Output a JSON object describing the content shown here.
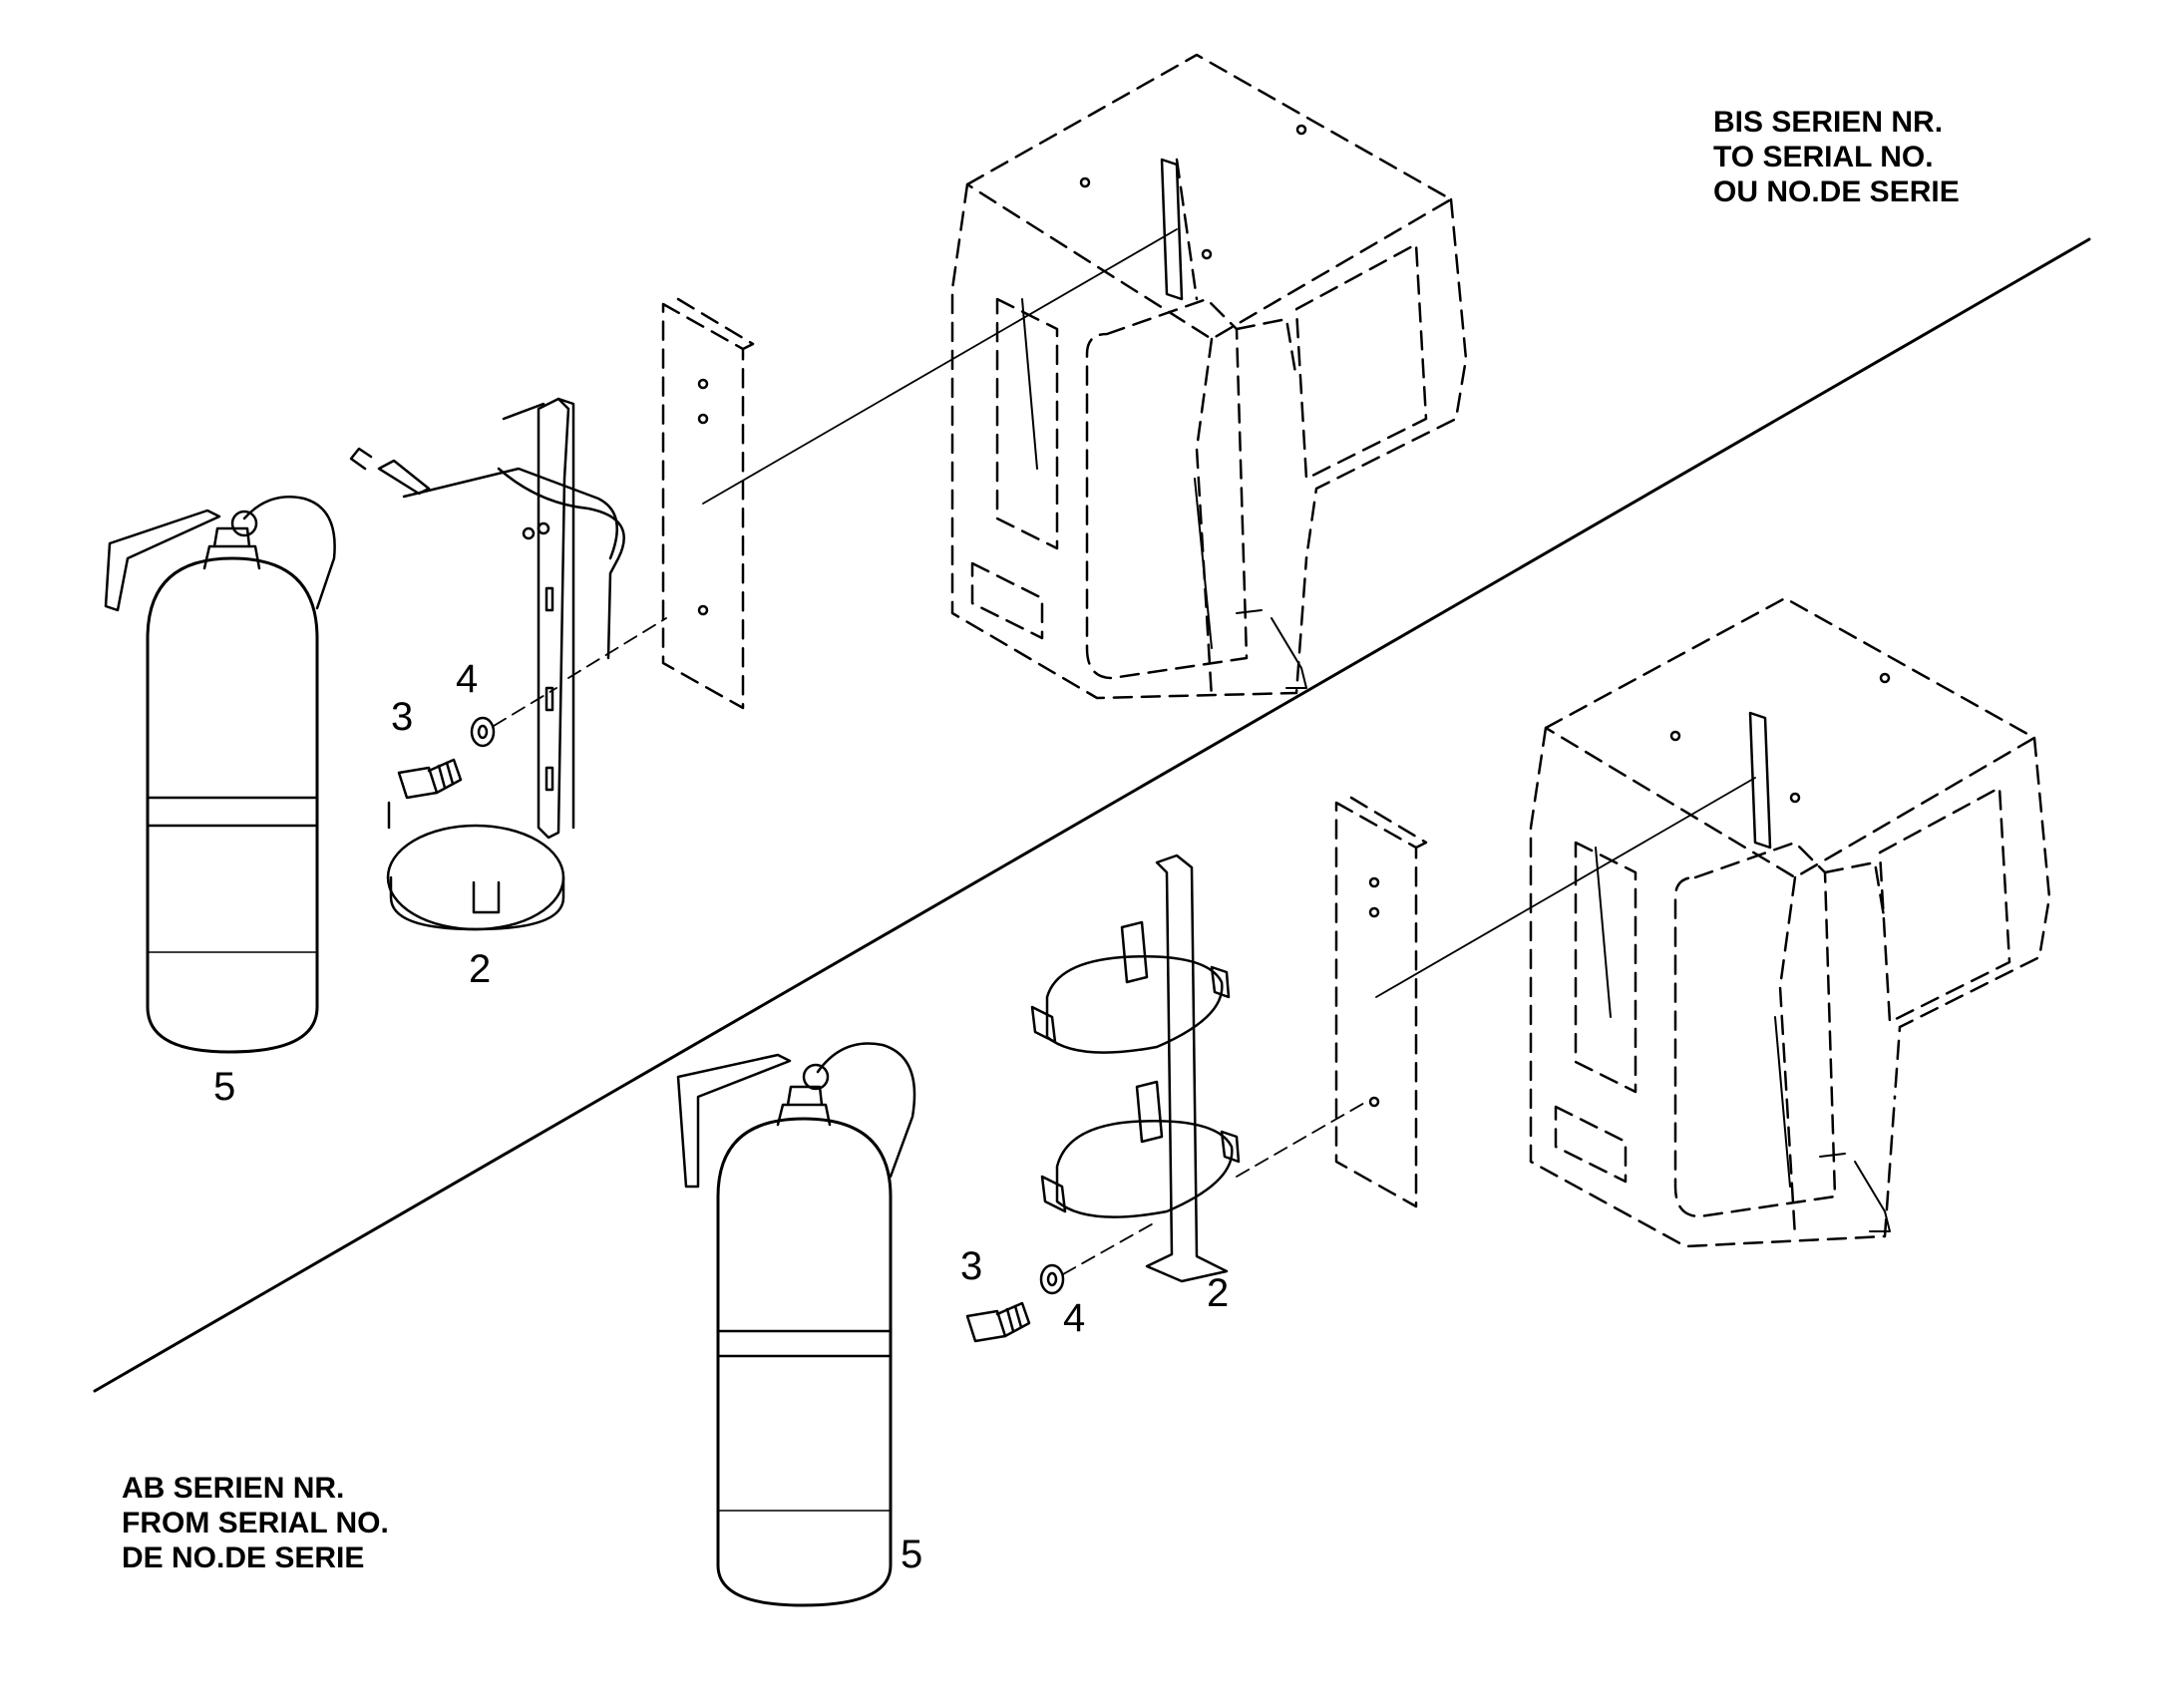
{
  "diagram": {
    "top_variant_heading": [
      "BIS SERIEN NR.",
      "TO SERIAL NO.",
      "OU NO.DE SERIE"
    ],
    "bottom_variant_heading": [
      "AB SERIEN NR.",
      "FROM SERIAL NO.",
      "DE NO.DE SERIE"
    ],
    "top_callouts": {
      "bracket": "2",
      "bolt": "3",
      "washer": "4",
      "extinguisher": "5"
    },
    "bottom_callouts": {
      "bracket": "2",
      "bolt": "3",
      "washer": "4",
      "extinguisher": "5"
    }
  }
}
